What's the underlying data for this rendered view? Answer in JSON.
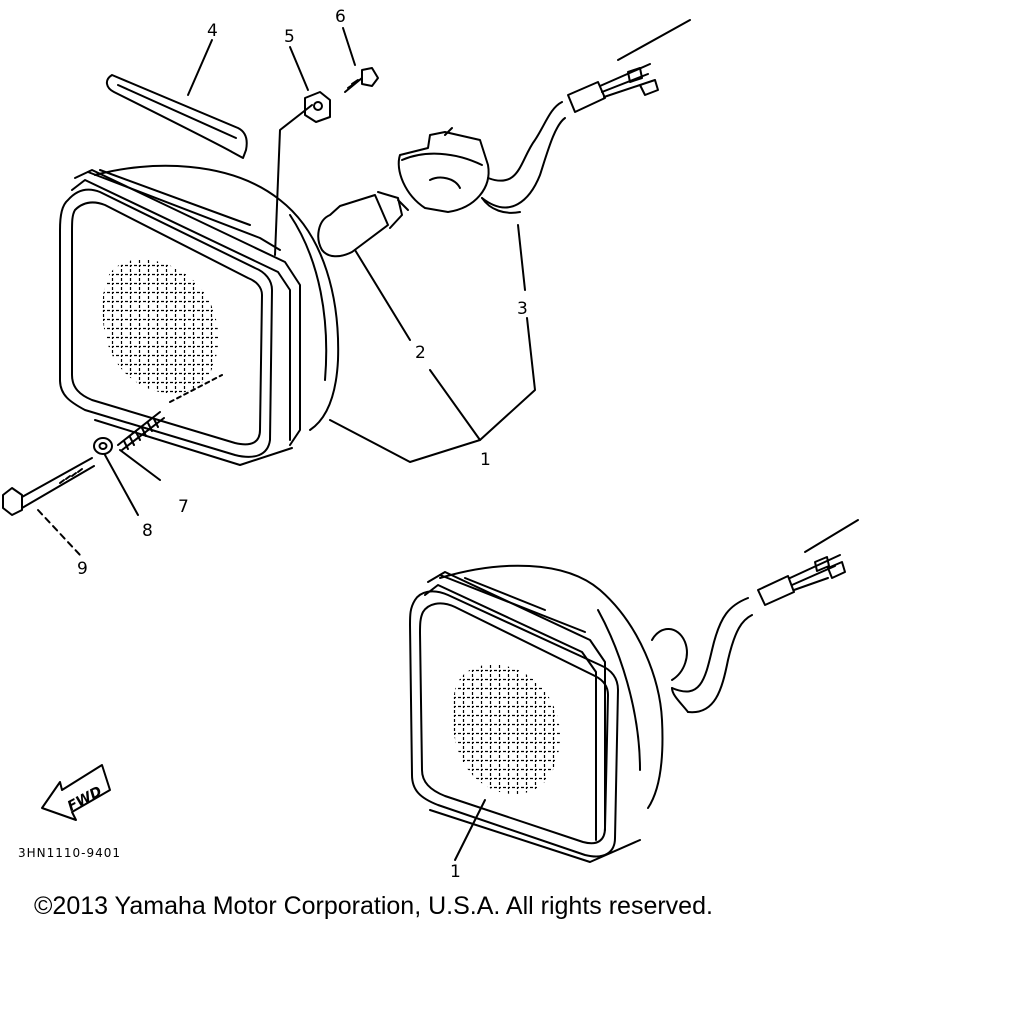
{
  "diagram": {
    "callouts": {
      "housing_upper": "1",
      "housing_lower": "1",
      "bulb": "2",
      "socket_cord": "3",
      "trim_strip": "4",
      "nut": "5",
      "screw_top": "6",
      "spring": "7",
      "washer": "8",
      "bolt": "9"
    },
    "fwd_label": "FWD",
    "diagram_code": "3HN1110-9401"
  },
  "footer": {
    "copyright": "©2013 Yamaha Motor Corporation, U.S.A. All rights reserved."
  },
  "colors": {
    "ink": "#000000",
    "paper": "#ffffff"
  }
}
